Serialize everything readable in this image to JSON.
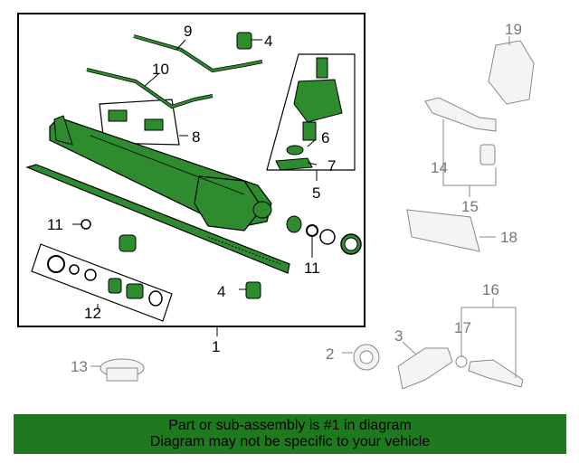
{
  "callouts": {
    "main": [
      "1",
      "2",
      "3",
      "4",
      "4",
      "5",
      "6",
      "7",
      "8",
      "9",
      "10",
      "11",
      "11",
      "12",
      "13",
      "14",
      "15",
      "16",
      "17",
      "18",
      "19"
    ]
  },
  "labels": {
    "n1": "1",
    "n2": "2",
    "n3": "3",
    "n4a": "4",
    "n4b": "4",
    "n5": "5",
    "n6": "6",
    "n7": "7",
    "n8": "8",
    "n9": "9",
    "n10": "10",
    "n11a": "11",
    "n11b": "11",
    "n12": "12",
    "n13": "13",
    "n14": "14",
    "n15": "15",
    "n16": "16",
    "n17": "17",
    "n18": "18",
    "n19": "19"
  },
  "banner": {
    "line1": "Part or sub-assembly is #1 in diagram",
    "line2": "Diagram may not be specific to your vehicle"
  },
  "colors": {
    "highlight": "#1f7a1f",
    "part_green": "#2e8b2e",
    "outline": "#000000",
    "grey": "#888888"
  }
}
